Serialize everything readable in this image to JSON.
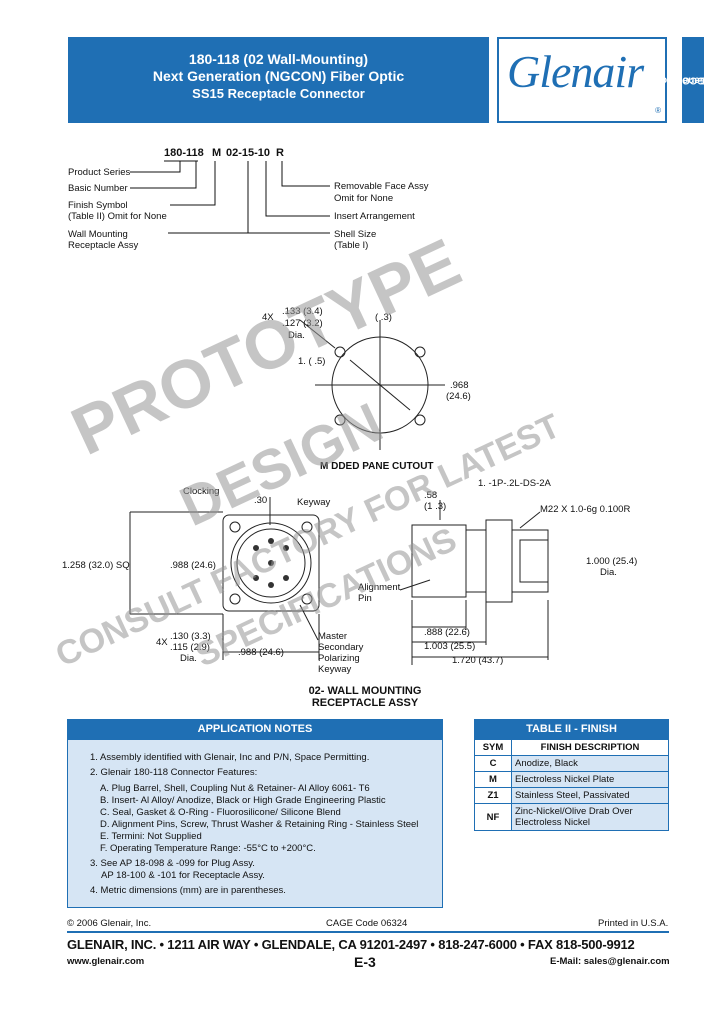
{
  "header": {
    "line1": "180-118 (02 Wall-Mounting)",
    "line2": "Next Generation (NGCON) Fiber Optic",
    "line3": "SS15 Receptacle Connector"
  },
  "logo": {
    "text": "Glenair",
    "reg": "®"
  },
  "side_tab": {
    "line1": "Next Generation",
    "line2": "(NGCON)"
  },
  "part_number": {
    "seg1": "180-118",
    "seg2": "M",
    "seg3": "02-15-10",
    "seg4": "R",
    "left_labels": [
      "Product Series",
      "Basic Number",
      "Finish Symbol",
      "(Table II) Omit for None",
      "Wall Mounting",
      "Receptacle Assy"
    ],
    "right_labels": [
      "Removable Face Assy",
      "Omit for None",
      "Insert Arrangement",
      "Shell Size",
      "(Table I)"
    ]
  },
  "drawing": {
    "hole_dim1": ".133 (3.4)",
    "hole_dim2": ".127 (3.2)",
    "hole_count": "4X",
    "dia": "Dia.",
    "top_dim": "(  .3)",
    "side_dim1": "1.  (  .5)",
    "diam1": ".968",
    "diam2": "(24.6)",
    "cutout_title": "M   DDED PANE   CUTOUT",
    "clocking": "Clocking",
    "keyway": "Keyway",
    "keyway_dim": ".30  ",
    "sq_dim": "1.258 (32.0) SQ",
    "in_dim": ".988 (24.6)",
    "hole2_count": "4X",
    "hole2_dim1": ".130 (3.3)",
    "hole2_dim2": ".115 (2.9)",
    "hole2_dia": "Dia.",
    "bottom_dim": ".988 (24.6)",
    "master_key": [
      "Master",
      "Secondary",
      "Polarizing",
      "Keyway"
    ],
    "thread_spec": "1.    -1P-.2L-DS-2A",
    "top_dim2a": ".58  ",
    "top_dim2b": "(1  .3)",
    "m22": "M22 X 1.0-6g 0.100R",
    "od1": "1.000 (25.4)",
    "od2": "Dia.",
    "align1": "Alignment",
    "align2": "Pin",
    "len1": ".888 (22.6)",
    "len2": "1.003 (25.5)",
    "len3": "1.720 (43.7)",
    "assy_title1": "02- WALL MOUNTING",
    "assy_title2": "RECEPTACLE ASSY"
  },
  "watermark": {
    "w1": "PROTOTYPE",
    "w2": "DESIGN",
    "w3": "CONSULT FACTORY FOR LATEST",
    "w4": "SPECIFICATIONS"
  },
  "app_notes": {
    "title": "APPLICATION NOTES",
    "lines": [
      "1. Assembly identified with Glenair, Inc and P/N, Space Permitting.",
      "2. Glenair 180-118 Connector Features:",
      "A. Plug Barrel, Shell, Coupling Nut & Retainer- Al Alloy 6061- T6",
      "B. Insert- Al Alloy/ Anodize, Black or High Grade Engineering Plastic",
      "C. Seal, Gasket & O-Ring - Fluorosilicone/ Silicone Blend",
      "D. Alignment Pins, Screw, Thrust Washer & Retaining Ring - Stainless Steel",
      "E. Termini: Not Supplied",
      "F. Operating Temperature Range: -55°C to +200°C.",
      "3. See AP 18-098 & -099 for Plug Assy.",
      "AP 18-100 & -101 for Receptacle Assy.",
      "4. Metric dimensions (mm) are in parentheses."
    ]
  },
  "table2": {
    "title": "TABLE II - FINISH",
    "col1": "SYM",
    "col2": "FINISH DESCRIPTION",
    "rows": [
      {
        "sym": "C",
        "desc": "Anodize, Black"
      },
      {
        "sym": "M",
        "desc": "Electroless Nickel Plate"
      },
      {
        "sym": "Z1",
        "desc": "Stainless Steel, Passivated"
      },
      {
        "sym": "NF",
        "desc": "Zinc-Nickel/Olive Drab Over Electroless Nickel"
      }
    ]
  },
  "footer": {
    "copyright": "© 2006 Glenair, Inc.",
    "cage": "CAGE Code 06324",
    "printed": "Printed in U.S.A.",
    "address": "GLENAIR, INC. • 1211 AIR WAY • GLENDALE, CA 91201-2497 • 818-247-6000 • FAX 818-500-9912",
    "web": "www.glenair.com",
    "page": "E-3",
    "email": "E-Mail: sales@glenair.com"
  }
}
